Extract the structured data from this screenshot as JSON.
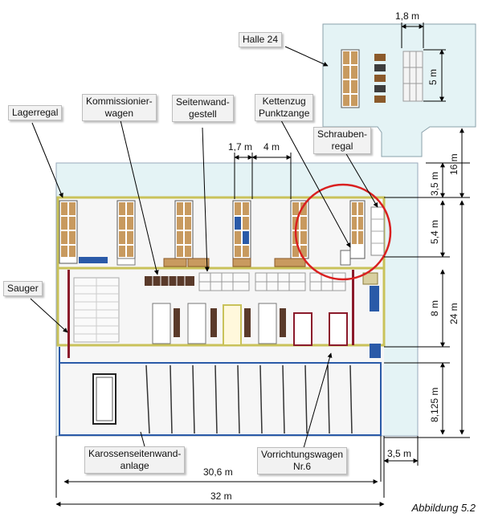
{
  "labels": {
    "halle": "Halle 24",
    "lagerregal": "Lagerregal",
    "kommissionierwagen": "Kommissionier-\nwagen",
    "seitenwandgestell": "Seitenwand-\ngestell",
    "kettenzug": "Kettenzug\nPunktzange",
    "schraubenregal": "Schrauben-\nregal",
    "sauger": "Sauger",
    "karossen": "Karossenseitenwand-\nanlage",
    "vorrichtungswagen": "Vorrichtungswagen\nNr.6"
  },
  "dimensions": {
    "d_1_8": "1,8 m",
    "d_5": "5 m",
    "d_1_7": "1,7 m",
    "d_4": "4 m",
    "d_16": "16 m",
    "d_3_5_top": "3,5 m",
    "d_5_4": "5,4 m",
    "d_8": "8 m",
    "d_24": "24 m",
    "d_8_125": "8,125 m",
    "d_3_5_bottom": "3,5 m",
    "d_30_6": "30,6 m",
    "d_32": "32 m"
  },
  "caption": "Abbildung 5.2",
  "colors": {
    "hall": "#e4f3f5",
    "floor": "#f6f6f6",
    "zone_line": "#c9c25a",
    "blue_line": "#2a5aa8",
    "shelf_wood": "#c89a5f",
    "red_circle": "#d92020",
    "dark_red": "#8b1a2b"
  }
}
